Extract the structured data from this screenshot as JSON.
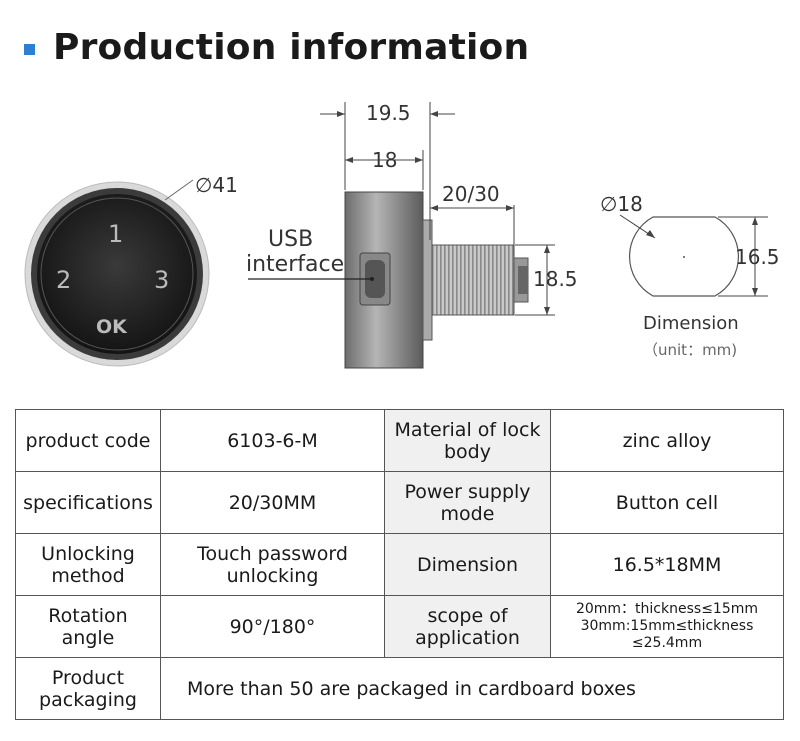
{
  "header": {
    "title": "Production information",
    "accent_color": "#2d7fd6"
  },
  "diagram": {
    "diameter_label": "∅41",
    "button_labels": [
      "1",
      "2",
      "3",
      "OK"
    ],
    "dim_top_outer": "19.5",
    "dim_top_inner": "18",
    "dim_thread": "20/30",
    "dim_height": "18.5",
    "usb_label_line1": "USB",
    "usb_label_line2": "interface",
    "cut_diameter": "∅18",
    "cut_height": "16.5",
    "caption": "Dimension",
    "unit_note": "（unit：mm)"
  },
  "spec_table": {
    "rows": [
      {
        "label": "product code",
        "value": "6103-6-M",
        "label2": "Material of lock body",
        "value2": "zinc alloy"
      },
      {
        "label": "specifications",
        "value": "20/30MM",
        "label2": "Power supply mode",
        "value2": "Button cell"
      },
      {
        "label": "Unlocking method",
        "value": "Touch password unlocking",
        "label2": "Dimension",
        "value2": "16.5*18MM"
      },
      {
        "label": "Rotation angle",
        "value": "90°/180°",
        "label2": "scope of application",
        "value2_lines": [
          "20mm：thickness≤15mm",
          "30mm:15mm≤thickness",
          "≤25.4mm"
        ]
      },
      {
        "label": "Product packaging",
        "value": "More than 50 are packaged in cardboard boxes"
      }
    ]
  }
}
